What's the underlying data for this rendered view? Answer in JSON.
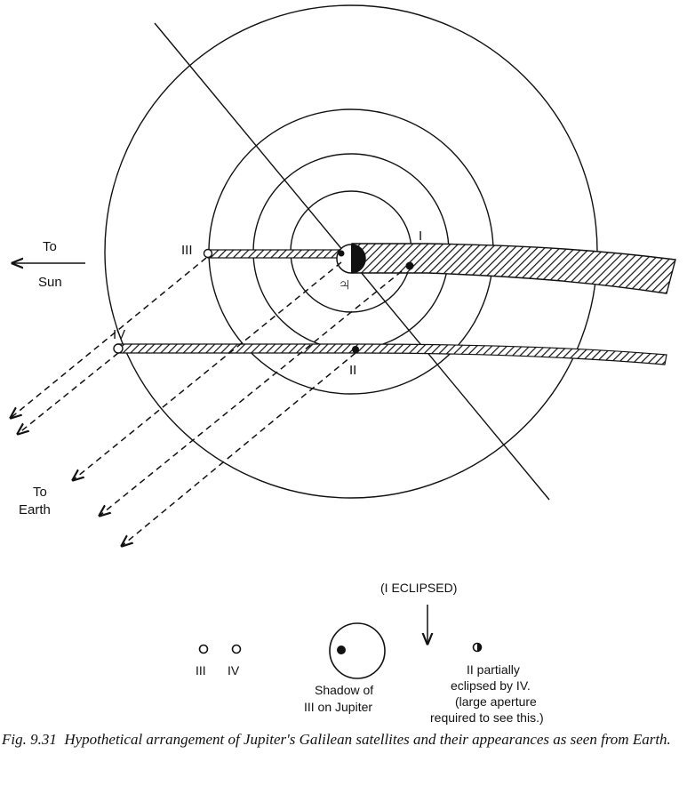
{
  "labels": {
    "to_sun_top": "To",
    "to_sun_bottom": "Sun",
    "to_earth_top": "To",
    "to_earth_bottom": "Earth",
    "sat_I": "I",
    "sat_II": "II",
    "sat_III": "III",
    "sat_IV": "IV",
    "jupiter_symbol": "♃"
  },
  "view": {
    "eclipsed_note": "(I ECLIPSED)",
    "dot_III": "III",
    "dot_IV": "IV",
    "shadow_line1": "Shadow of",
    "shadow_line2": "III on Jupiter",
    "partial_line1": "II partially",
    "partial_line2": "eclipsed by IV.",
    "partial_line3": "(large aperture",
    "partial_line4": "required to see this.)"
  },
  "caption": {
    "fig": "Fig. 9.31",
    "text": "Hypothetical arrangement of Jupiter's Galilean satellites and their appearances as seen from Earth."
  },
  "colors": {
    "ink": "#111111",
    "paper": "#ffffff"
  }
}
